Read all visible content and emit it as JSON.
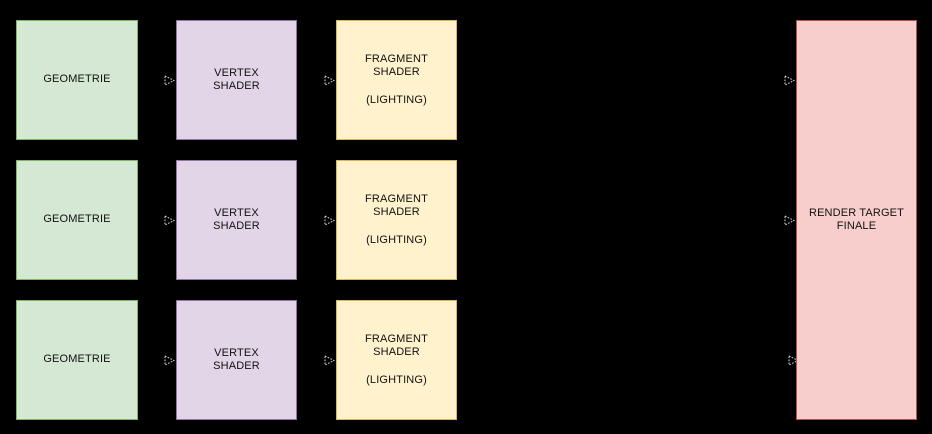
{
  "diagram": {
    "title": "Render pipeline diagram",
    "background_color": "#000000",
    "palette": {
      "geometry_fill": "#d5e8d4",
      "geometry_stroke": "#82b366",
      "vertex_fill": "#e1d5e7",
      "vertex_stroke": "#9673a6",
      "fragment_fill": "#fff2cc",
      "fragment_stroke": "#d6b656",
      "target_fill": "#f8cecc",
      "target_stroke": "#b85450",
      "text_color": "#111111",
      "arrow_color": "#d9d9d9"
    },
    "rows": [
      {
        "geometry": {
          "label": "GEOMETRIE"
        },
        "vertex": {
          "line1": "VERTEX",
          "line2": "SHADER"
        },
        "fragment": {
          "line1": "FRAGMENT",
          "line2": "SHADER",
          "note": "(LIGHTING)"
        }
      },
      {
        "geometry": {
          "label": "GEOMETRIE"
        },
        "vertex": {
          "line1": "VERTEX",
          "line2": "SHADER"
        },
        "fragment": {
          "line1": "FRAGMENT",
          "line2": "SHADER",
          "note": "(LIGHTING)"
        }
      },
      {
        "geometry": {
          "label": "GEOMETRIE"
        },
        "vertex": {
          "line1": "VERTEX",
          "line2": "SHADER"
        },
        "fragment": {
          "line1": "FRAGMENT",
          "line2": "SHADER",
          "note": "(LIGHTING)"
        }
      }
    ],
    "render_target": {
      "line1": "RENDER TARGET",
      "line2": "FINALE"
    },
    "arrows": {
      "icon": "arrowhead-right-icon",
      "count": 9
    }
  }
}
